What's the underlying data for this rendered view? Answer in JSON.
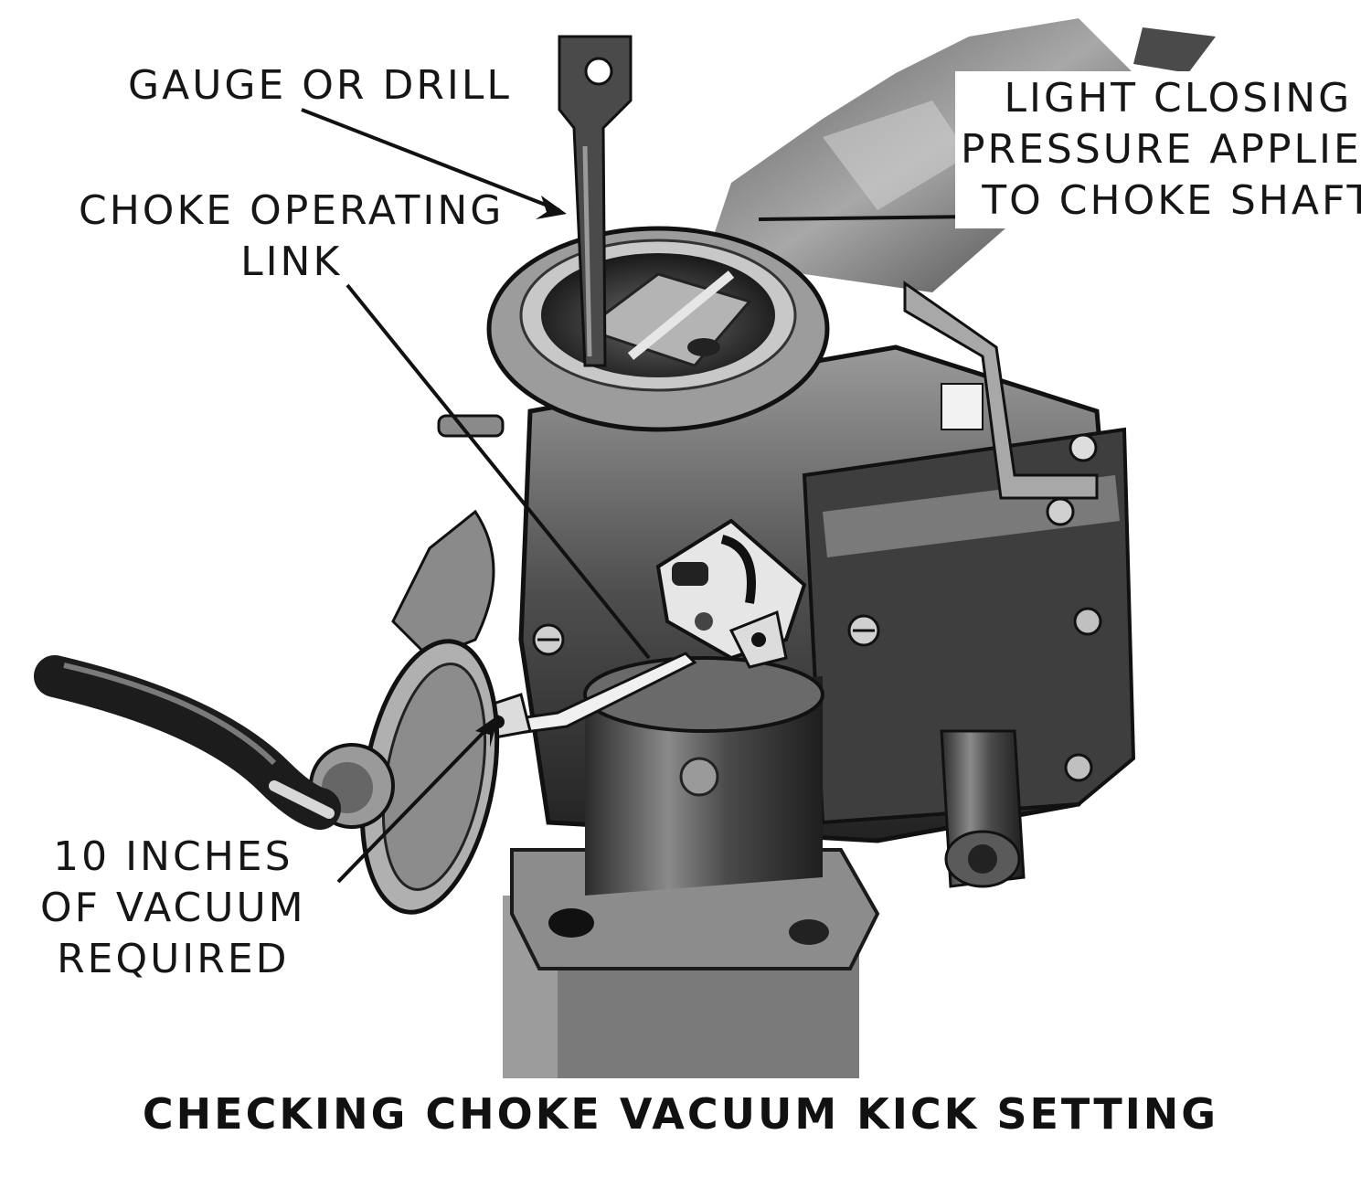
{
  "labels": {
    "gauge": "GAUGE OR DRILL",
    "choke_link": [
      "CHOKE OPERATING",
      "LINK"
    ],
    "light_closing": [
      "LIGHT CLOSING",
      "PRESSURE APPLIED",
      "TO CHOKE SHAFT"
    ],
    "vacuum": [
      "10 INCHES",
      "OF VACUUM",
      "REQUIRED"
    ]
  },
  "caption": "CHECKING CHOKE VACUUM KICK SETTING",
  "icons": {
    "carburetor": "carburetor-illustration",
    "gauge": "gauge-drill-icon",
    "diaphragm": "vacuum-diaphragm-icon"
  },
  "colors": {
    "ink": "#161616",
    "metal_dark": "#3a3a3a",
    "metal_mid": "#6e6e6e",
    "metal_light": "#bdbdbd",
    "paper": "#ffffff"
  }
}
